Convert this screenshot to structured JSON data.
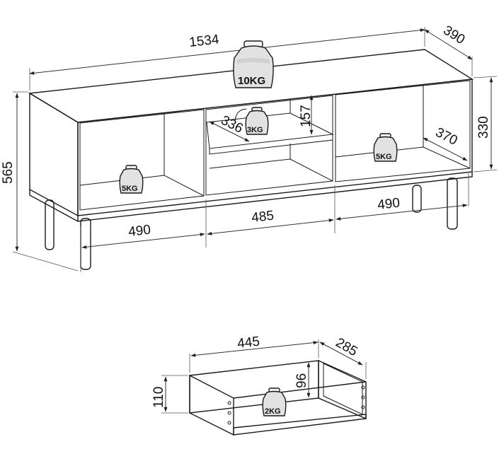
{
  "diagram": {
    "cabinet": {
      "dimensions": {
        "width": "1534",
        "depth": "390",
        "height_total": "565",
        "height_body": "330",
        "shelf_depth": "336",
        "shelf_height": "157",
        "side_depth": "370",
        "left_section": "490",
        "middle_section": "485",
        "right_section": "490"
      },
      "weights": {
        "top": "10KG",
        "middle_shelf": "3KG",
        "left_compartment": "5KG",
        "right_compartment": "5KG"
      }
    },
    "drawer": {
      "dimensions": {
        "width": "445",
        "depth": "285",
        "height_outer": "110",
        "height_inner": "96"
      },
      "weights": {
        "load": "2KG"
      }
    }
  }
}
